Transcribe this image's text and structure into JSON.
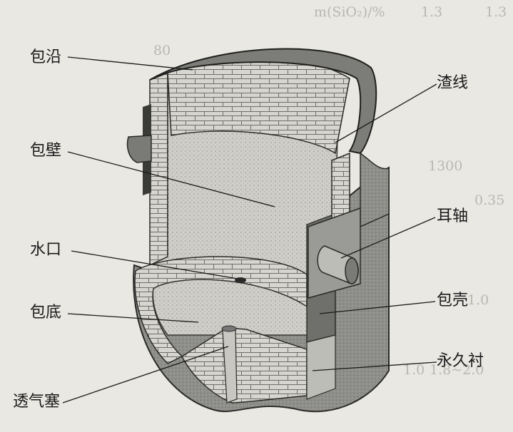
{
  "diagram": {
    "labels": {
      "bao_yan": "包沿",
      "zha_xian": "渣线",
      "bao_bi": "包壁",
      "er_zhou": "耳轴",
      "shui_kou": "水口",
      "bao_ke": "包壳",
      "bao_di": "包底",
      "yong_jiu_chen": "永久衬",
      "tou_qi_sai": "透气塞"
    }
  },
  "background_text": {
    "fragment_1": "m(SiO₂)/%",
    "fragment_2": "1.3",
    "fragment_3": "1.3",
    "fragment_4": "80",
    "fragment_5": "1.0",
    "fragment_6": "0.35",
    "fragment_7": "1.8~2.0",
    "fragment_8": "1.0",
    "fragment_9": "1300"
  },
  "colors": {
    "background": "#e9e8e3",
    "ink": "#1a1a1a",
    "shell": "#8d8d8a",
    "lining": "#d3d2cd"
  }
}
